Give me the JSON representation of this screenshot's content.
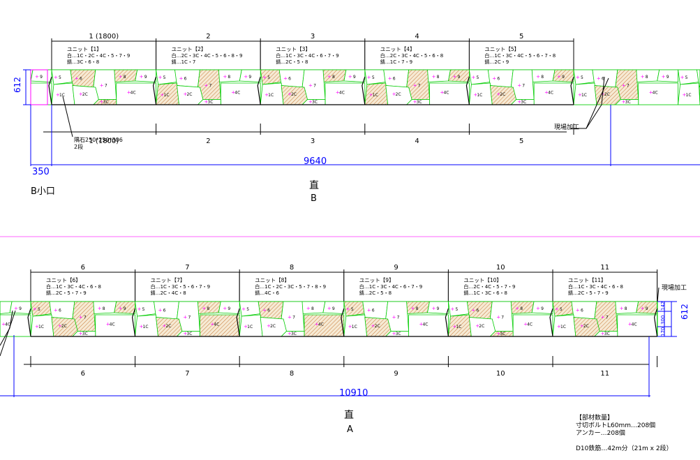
{
  "top": {
    "units": [
      {
        "number": "1 (1800)",
        "name": "ユニット【1】",
        "white": "白…1C・2C・4C・5・7・9",
        "rust": "錆…3C・6・8"
      },
      {
        "number": "2",
        "name": "ユニット【2】",
        "white": "白…2C・3C・4C・5・6・8・9",
        "rust": "錆…1C・7"
      },
      {
        "number": "3",
        "name": "ユニット【3】",
        "white": "白…1C・3C・4C・6・7・9",
        "rust": "錆…2C・5・8"
      },
      {
        "number": "4",
        "name": "ユニット【4】",
        "white": "白…2C・3C・4C・5・6・8",
        "rust": "錆…1C・7・9"
      },
      {
        "number": "5",
        "name": "ユニット【5】",
        "white": "白…1C・3C・4C・5・6・7・8",
        "rust": "錆…2C・9"
      }
    ],
    "bottom_numbers": [
      "1 (1800)",
      "2",
      "3",
      "4",
      "5"
    ],
    "height_dim": "612",
    "offset_dim": "350",
    "total_dim": "9640",
    "corner_note": "隅石250*250*306",
    "corner_note2": "2段",
    "field_note": "現場加工",
    "end_label": "B小口",
    "title": "直",
    "subtitle": "B"
  },
  "bottom": {
    "units": [
      {
        "number": "6",
        "name": "ユニット【6】",
        "white": "白…1C・3C・4C・6・8",
        "rust": "錆…2C・5・7・9"
      },
      {
        "number": "7",
        "name": "ユニット【7】",
        "white": "白…1C・3C・5・6・7・9",
        "rust": "錆…2C・4C・8"
      },
      {
        "number": "8",
        "name": "ユニット【8】",
        "white": "白…1C・2C・3C・5・7・8・9",
        "rust": "錆…4C・6"
      },
      {
        "number": "9",
        "name": "ユニット【9】",
        "white": "白…1C・3C・4C・6・7・9",
        "rust": "錆…2C・5・8"
      },
      {
        "number": "10",
        "name": "ユニット【10】",
        "white": "白…2C・4C・5・7・9",
        "rust": "錆…1C・3C・6・8"
      },
      {
        "number": "11",
        "name": "ユニット【11】",
        "white": "白…1C・3C・4C・6・8",
        "rust": "錆…2C・5・7・9"
      }
    ],
    "bottom_numbers": [
      "6",
      "7",
      "8",
      "9",
      "10",
      "11"
    ],
    "height_dim": "612",
    "sub_dims": [
      "142",
      "300",
      "170"
    ],
    "total_dim": "10910",
    "field_note": "現場加工",
    "title": "直",
    "subtitle": "A"
  },
  "materials": {
    "heading": "【部材数量】",
    "bolt": "寸切ボルトL60mm…208個",
    "anchor": "アンカー…208個",
    "rebar": "D10鉄筋…42m分（21m x 2段）"
  },
  "stone_labels": [
    "1C",
    "2C",
    "3C",
    "4C",
    "5",
    "6",
    "7",
    "8",
    "9"
  ],
  "colors": {
    "dimension": "#0000ff",
    "stone_outline": "#00cc00",
    "marker": "#ff00ff",
    "hatch": "#d08040",
    "separator": "#ff66ff"
  }
}
